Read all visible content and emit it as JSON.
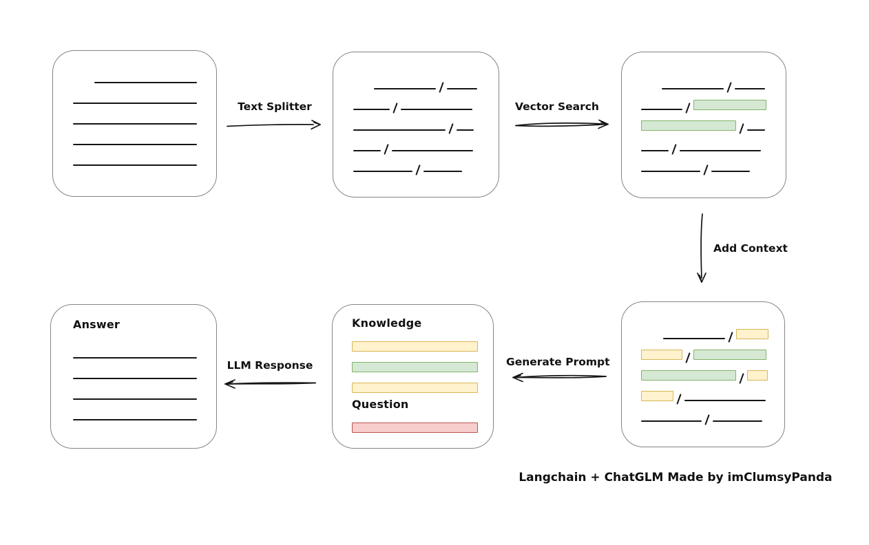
{
  "footer": {
    "credit": "Langchain + ChatGLM Made by imClumsyPanda"
  },
  "labels": {
    "text_splitter": "Text Splitter",
    "vector_search": "Vector Search",
    "add_context": "Add Context",
    "generate_prompt": "Generate Prompt",
    "llm_response": "LLM Response",
    "knowledge": "Knowledge",
    "question": "Question",
    "answer": "Answer"
  },
  "colors": {
    "background": "#ffffff",
    "text": "#111111",
    "line": "#141414",
    "box_border": "#848484",
    "green_fill": "#d5e8d4",
    "green_border": "#82b366",
    "yellow_fill": "#fff2cc",
    "yellow_border": "#d6b656",
    "red_fill": "#f8cecc",
    "red_border": "#b85450"
  },
  "boxes": {
    "document": {
      "lines": [
        {
          "w": 149,
          "indent": 31
        },
        {
          "w": 180
        },
        {
          "w": 180
        },
        {
          "w": 180
        },
        {
          "w": 180
        }
      ]
    },
    "chunks": {
      "rows": [
        {
          "indent": 30,
          "segs": [
            {
              "t": "line",
              "w": 90
            },
            {
              "t": "line",
              "w": 44
            }
          ]
        },
        {
          "segs": [
            {
              "t": "line",
              "w": 53
            },
            {
              "t": "line",
              "w": 104
            }
          ]
        },
        {
          "segs": [
            {
              "t": "line",
              "w": 134
            },
            {
              "t": "line",
              "w": 25
            }
          ]
        },
        {
          "segs": [
            {
              "t": "line",
              "w": 40
            },
            {
              "t": "line",
              "w": 118
            }
          ]
        },
        {
          "segs": [
            {
              "t": "line",
              "w": 86
            },
            {
              "t": "line",
              "w": 56
            }
          ]
        }
      ]
    },
    "search_results": {
      "rows": [
        {
          "indent": 30,
          "segs": [
            {
              "t": "line",
              "w": 90
            },
            {
              "t": "line",
              "w": 44
            }
          ]
        },
        {
          "segs": [
            {
              "t": "line",
              "w": 60
            },
            {
              "t": "green",
              "w": 106
            }
          ]
        },
        {
          "segs": [
            {
              "t": "green",
              "w": 138
            },
            {
              "t": "line",
              "w": 26
            }
          ]
        },
        {
          "segs": [
            {
              "t": "line",
              "w": 40
            },
            {
              "t": "line",
              "w": 118
            }
          ]
        },
        {
          "segs": [
            {
              "t": "line",
              "w": 86
            },
            {
              "t": "line",
              "w": 56
            }
          ]
        }
      ]
    },
    "context": {
      "rows": [
        {
          "indent": 32,
          "segs": [
            {
              "t": "line",
              "w": 90
            },
            {
              "t": "yellow",
              "w": 47
            }
          ]
        },
        {
          "segs": [
            {
              "t": "yellow",
              "w": 60
            },
            {
              "t": "green",
              "w": 106
            }
          ]
        },
        {
          "segs": [
            {
              "t": "green",
              "w": 138
            },
            {
              "t": "yellow",
              "w": 30
            }
          ]
        },
        {
          "segs": [
            {
              "t": "yellow",
              "w": 47
            },
            {
              "t": "line",
              "w": 118
            }
          ]
        },
        {
          "segs": [
            {
              "t": "line",
              "w": 88
            },
            {
              "t": "line",
              "w": 72
            }
          ]
        }
      ]
    },
    "prompt": {
      "knowledge_bars": [
        {
          "segs": [
            {
              "t": "yellow",
              "w": 183
            }
          ]
        },
        {
          "segs": [
            {
              "t": "green",
              "w": 183
            }
          ]
        },
        {
          "segs": [
            {
              "t": "yellow",
              "w": 183
            }
          ]
        }
      ],
      "question_bars": [
        {
          "segs": [
            {
              "t": "red",
              "w": 183
            }
          ]
        }
      ]
    },
    "answer": {
      "lines": [
        {
          "w": 180
        },
        {
          "w": 180
        },
        {
          "w": 180
        },
        {
          "w": 180
        }
      ]
    }
  }
}
